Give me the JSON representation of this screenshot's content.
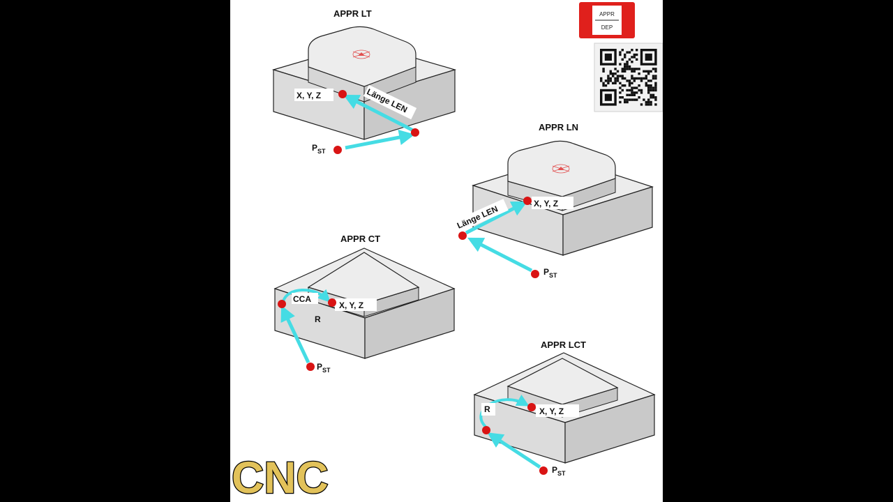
{
  "brand": {
    "label": "CNC"
  },
  "badge": {
    "top": "APPR",
    "bottom": "DEP"
  },
  "diagrams": {
    "lt": {
      "title": "APPR LT",
      "target": "X, Y, Z",
      "length": "Länge LEN",
      "start": {
        "p": "P",
        "sub": "ST"
      }
    },
    "ln": {
      "title": "APPR LN",
      "target": "X, Y, Z",
      "length": "Länge LEN",
      "start": {
        "p": "P",
        "sub": "ST"
      }
    },
    "ct": {
      "title": "APPR CT",
      "target": "X, Y, Z",
      "angle": "CCA",
      "radius": "R",
      "start": {
        "p": "P",
        "sub": "ST"
      }
    },
    "lct": {
      "title": "APPR LCT",
      "target": "X, Y, Z",
      "radius": "R",
      "start": {
        "p": "P",
        "sub": "ST"
      }
    }
  },
  "colors": {
    "path": "#45dce4",
    "point": "#d91414",
    "badge": "#e0201c",
    "block": "#e9e9e9"
  }
}
